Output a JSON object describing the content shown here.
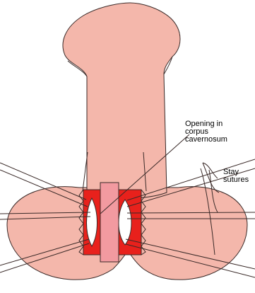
{
  "colors": {
    "skin": "#f4b7ab",
    "incision": "#e8211c",
    "corpus_inner": "#f4b7ab",
    "midline": "#f29aa0",
    "outline": "#3a2a28",
    "opening": "#ffffff"
  },
  "labels": {
    "opening": [
      "Opening in",
      "corpus",
      "cavernosum"
    ],
    "stay": [
      "Stay",
      "sutures"
    ]
  }
}
